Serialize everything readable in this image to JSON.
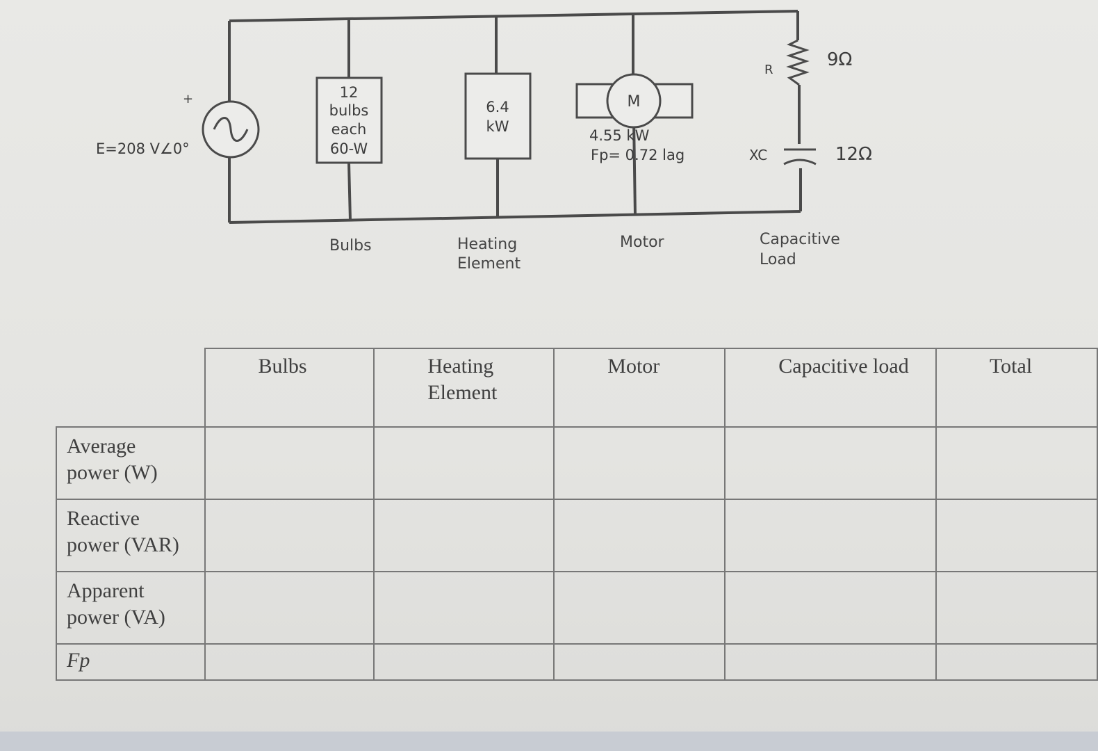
{
  "circuit": {
    "source_label": "E=208 V∠0°",
    "source_plus": "+",
    "bulbs_box": [
      "12",
      "bulbs",
      "each",
      "60-W"
    ],
    "heating_box": [
      "6.4",
      "kW"
    ],
    "motor_symbol": "M",
    "motor_spec": [
      "4.55 kW",
      "Fp= 0.72 lag"
    ],
    "resistor_symbol": "R",
    "resistor_value": "9Ω",
    "capacitor_symbol": "XC",
    "capacitor_value": "12Ω",
    "labels": {
      "bulbs": "Bulbs",
      "heating": "Heating\nElement",
      "motor": "Motor",
      "capacitive": "Capacitive\nLoad"
    }
  },
  "table": {
    "columns": [
      "Bulbs",
      "Heating\nElement",
      "Motor",
      "Capacitive load",
      "Total"
    ],
    "rows": [
      {
        "label": "Average\npower (W)"
      },
      {
        "label": "Reactive\npower (VAR)"
      },
      {
        "label": "Apparent\npower (VA)"
      },
      {
        "label": "Fp"
      }
    ]
  },
  "colors": {
    "wire": "#4a4a4a",
    "background": "#e6e6e3",
    "table_border": "#777777"
  }
}
